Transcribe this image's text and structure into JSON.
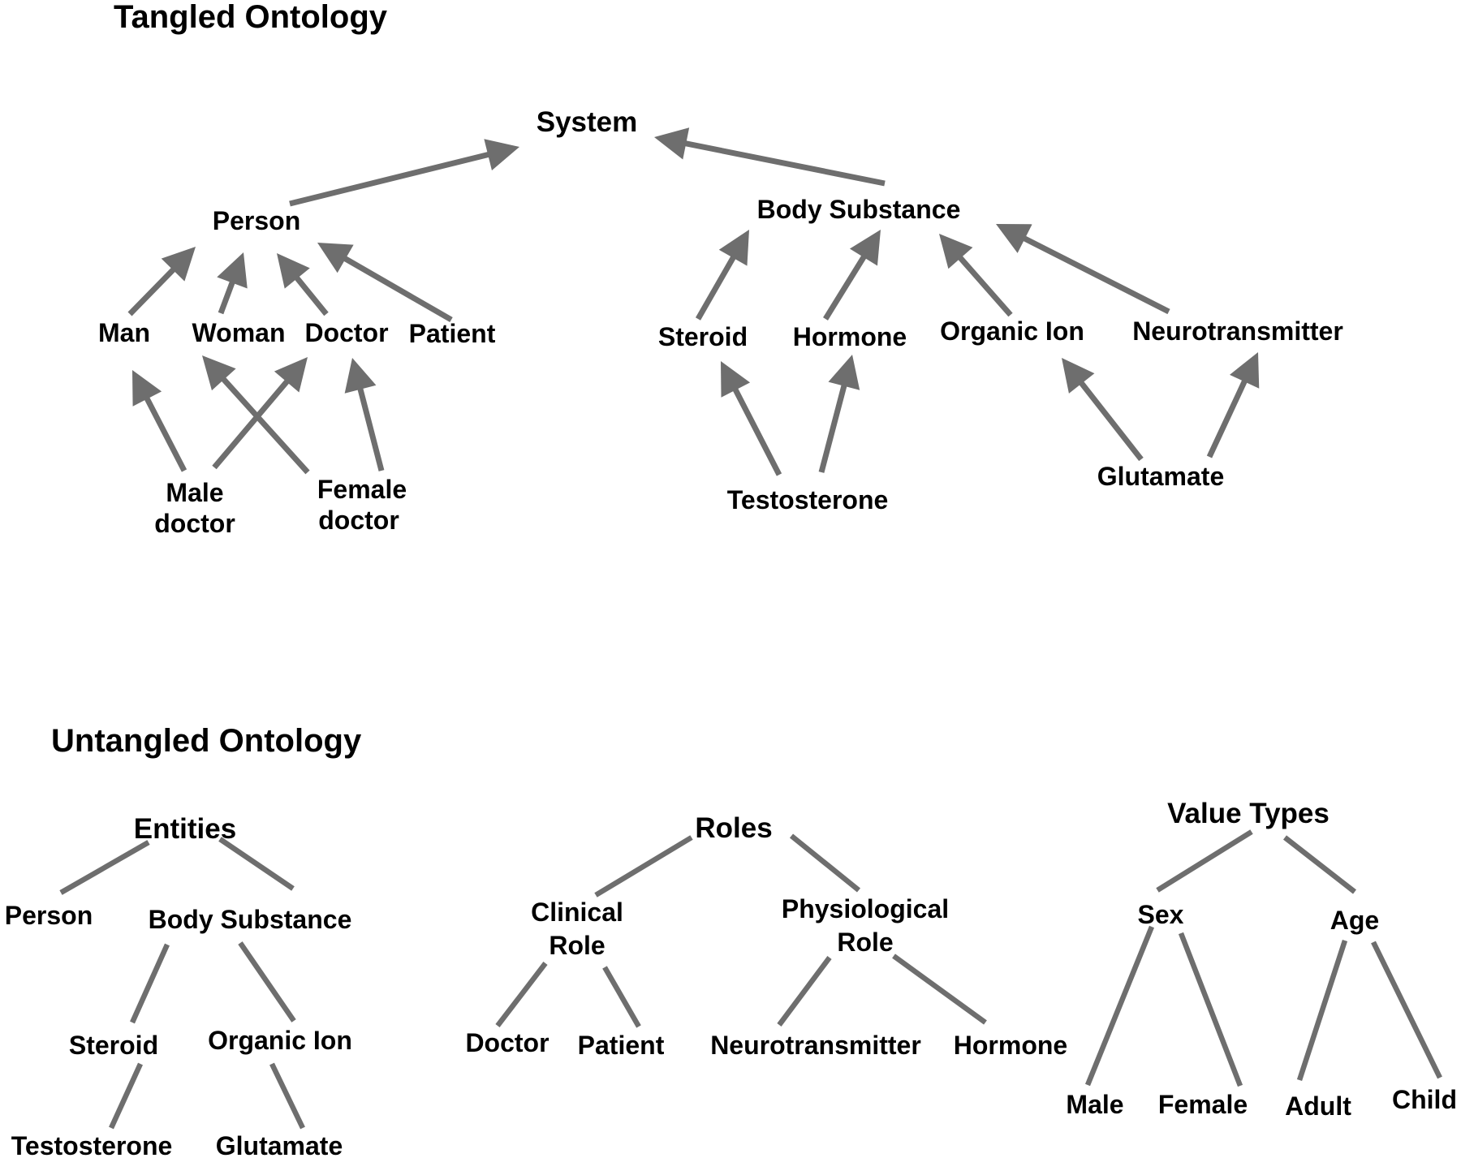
{
  "tangled": {
    "title": "Tangled Ontology",
    "nodes": {
      "system": "System",
      "person": "Person",
      "body_substance": "Body Substance",
      "man": "Man",
      "woman": "Woman",
      "doctor": "Doctor",
      "patient": "Patient",
      "steroid": "Steroid",
      "hormone": "Hormone",
      "organic_ion": "Organic Ion",
      "neurotransmitter": "Neurotransmitter",
      "male_doctor": [
        "Male",
        "doctor"
      ],
      "female_doctor": [
        "Female",
        "doctor"
      ],
      "testosterone": "Testosterone",
      "glutamate": "Glutamate"
    },
    "edges": [
      {
        "from": "person",
        "to": "system"
      },
      {
        "from": "body_substance",
        "to": "system"
      },
      {
        "from": "man",
        "to": "person"
      },
      {
        "from": "woman",
        "to": "person"
      },
      {
        "from": "doctor",
        "to": "person"
      },
      {
        "from": "patient",
        "to": "person"
      },
      {
        "from": "steroid",
        "to": "body_substance"
      },
      {
        "from": "hormone",
        "to": "body_substance"
      },
      {
        "from": "organic_ion",
        "to": "body_substance"
      },
      {
        "from": "neurotransmitter",
        "to": "body_substance"
      },
      {
        "from": "male_doctor",
        "to": "man"
      },
      {
        "from": "male_doctor",
        "to": "doctor"
      },
      {
        "from": "female_doctor",
        "to": "woman"
      },
      {
        "from": "female_doctor",
        "to": "doctor"
      },
      {
        "from": "testosterone",
        "to": "steroid"
      },
      {
        "from": "testosterone",
        "to": "hormone"
      },
      {
        "from": "glutamate",
        "to": "organic_ion"
      },
      {
        "from": "glutamate",
        "to": "neurotransmitter"
      }
    ]
  },
  "untangled": {
    "title": "Untangled Ontology",
    "entities": {
      "root": "Entities",
      "person": "Person",
      "body_substance": "Body Substance",
      "steroid": "Steroid",
      "organic_ion": "Organic Ion",
      "testosterone": "Testosterone",
      "glutamate": "Glutamate"
    },
    "roles": {
      "root": "Roles",
      "clinical_role": [
        "Clinical",
        "Role"
      ],
      "physiological_role": [
        "Physiological",
        "Role"
      ],
      "doctor": "Doctor",
      "patient": "Patient",
      "neurotransmitter": "Neurotransmitter",
      "hormone": "Hormone"
    },
    "value_types": {
      "root": "Value Types",
      "sex": "Sex",
      "age": "Age",
      "male": "Male",
      "female": "Female",
      "adult": "Adult",
      "child": "Child"
    }
  }
}
